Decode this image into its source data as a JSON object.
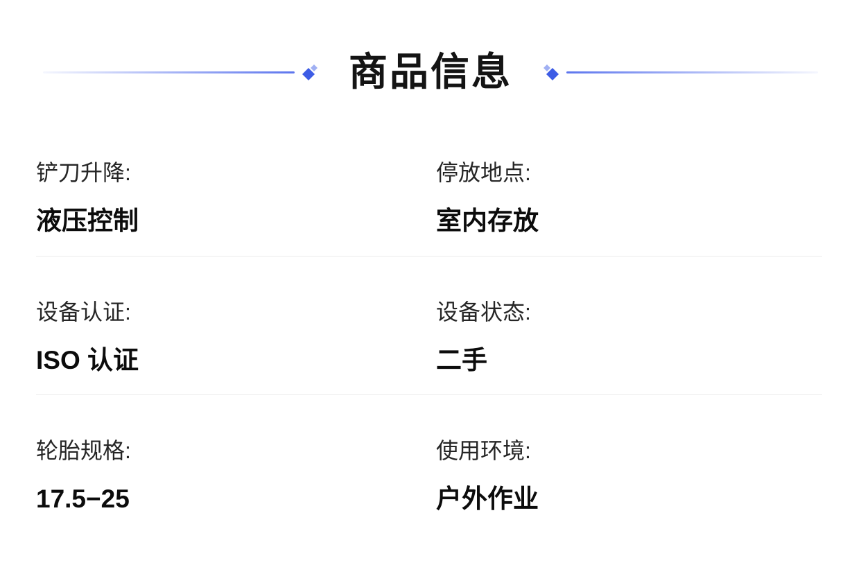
{
  "page": {
    "background_color": "#ffffff",
    "divider_color": "#ececec"
  },
  "header": {
    "title": "商品信息",
    "accent_color": "#3d5ce5",
    "accent_light": "#a0b0f3"
  },
  "specs": [
    {
      "label": "铲刀升降:",
      "value": "液压控制"
    },
    {
      "label": "停放地点:",
      "value": "室内存放"
    },
    {
      "label": "设备认证:",
      "value": "ISO 认证"
    },
    {
      "label": "设备状态:",
      "value": "二手"
    },
    {
      "label": "轮胎规格:",
      "value": "17.5−25"
    },
    {
      "label": "使用环境:",
      "value": "户外作业"
    }
  ]
}
